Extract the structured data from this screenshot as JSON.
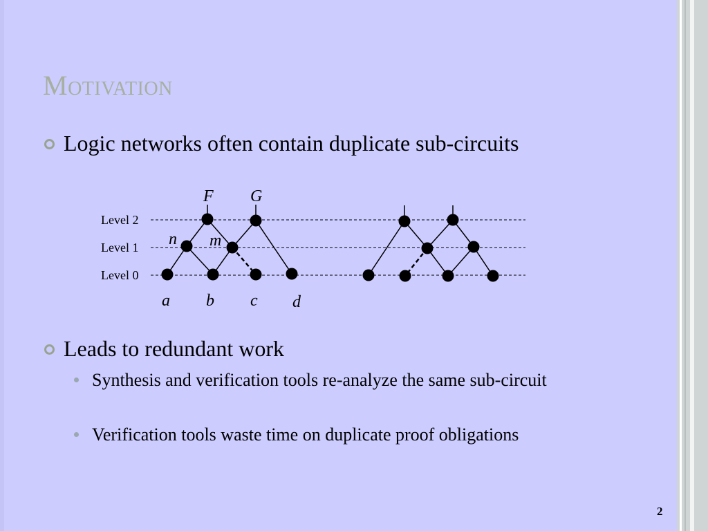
{
  "slide": {
    "title": "Motivation",
    "page_number": "2"
  },
  "bullets": [
    {
      "text": "Logic networks often contain duplicate sub-circuits",
      "sub": []
    },
    {
      "text": "Leads to redundant work",
      "sub": [
        {
          "text": "Synthesis and verification tools re-analyze the same sub-circuit"
        },
        {
          "text": "Verification tools waste time on duplicate proof obligations"
        }
      ]
    }
  ],
  "diagram": {
    "level_labels": [
      "Level 2",
      "Level 1",
      "Level 0"
    ],
    "output_labels": [
      "F",
      "G"
    ],
    "internal_labels": [
      "n",
      "m"
    ],
    "input_labels": [
      "a",
      "b",
      "c",
      "d"
    ]
  },
  "colors": {
    "background": "#ccccff",
    "title": "#a7b0a0",
    "bullet": "#9aa392"
  }
}
